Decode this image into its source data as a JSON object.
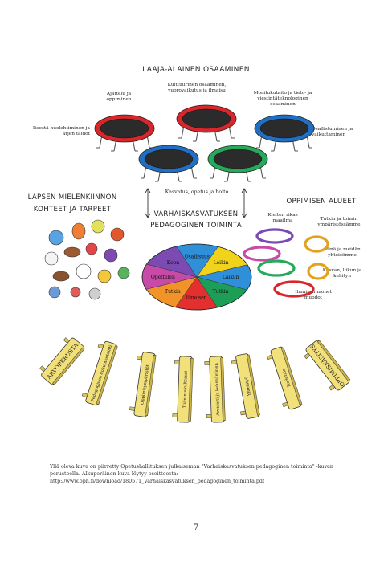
{
  "title": "LAAJA-ALAINEN OSAAMINEN",
  "trampolines": [
    {
      "label": "Ajattelu ja oppiminen",
      "color": "#d9262b"
    },
    {
      "label": "Kulttuurinen osaaminen, vuorovaikutus ja ilmaisu",
      "color": "#d9262b"
    },
    {
      "label": "Monilukutaito ja tieto- ja viestintäteknologinen osaaminen",
      "color": "#1f6fc4"
    },
    {
      "label": "Itsestä huolehtiminen ja arjen taidot",
      "color": "#1f6fc4"
    },
    {
      "label": "Osallistuminen ja vaikuttaminen",
      "color": "#26a95a"
    }
  ],
  "center": {
    "top_label": "Kasvatus, opetus ja hoito",
    "heading_line1": "VARHAISKASVATUKSEN",
    "heading_line2": "PEDAGOGINEN TOIMINTA"
  },
  "left": {
    "heading_line1": "LAPSEN MIELENKIINNON",
    "heading_line2": "KOHTEET JA TARPEET"
  },
  "right": {
    "heading": "OPPIMISEN ALUEET",
    "areas": [
      {
        "label": "Kielten rikas maailma",
        "color": "#7b4bb3"
      },
      {
        "label": "Tutkin ja toimin ympäristössämme",
        "color": "#e3a21a"
      },
      {
        "label": "Minä ja meidän yhteisömme",
        "color": "#e3a21a"
      },
      {
        "label": "Kasvan, liikun ja kehityn",
        "color": "#d9262b"
      },
      {
        "label": "Ilmaisun monet muodot",
        "color": "#26a95a"
      }
    ]
  },
  "wheel": {
    "segments": [
      {
        "label": "Osallisuus",
        "color": "#2f8fd8"
      },
      {
        "label": "Leikin",
        "color": "#f2d31b"
      },
      {
        "label": "Läikun",
        "color": "#2f8fd8"
      },
      {
        "label": "Tutkin",
        "color": "#1c9e56"
      },
      {
        "label": "Ilmaisen",
        "color": "#e3302f"
      },
      {
        "label": "Tutkin",
        "color": "#f2932a"
      },
      {
        "label": "Opettelen",
        "color": "#c64aa6"
      },
      {
        "label": "Koen",
        "color": "#7b4bb3"
      }
    ]
  },
  "benches": [
    {
      "label": "ARVOPERUSTA"
    },
    {
      "label": "Pedagoginen dokumentointi"
    },
    {
      "label": "Oppimisympäristöt"
    },
    {
      "label": "Toimintakulttuuri"
    },
    {
      "label": "Arviointi ja kehittäminen"
    },
    {
      "label": "Yhteistyö"
    },
    {
      "label": "Tiedetaia"
    },
    {
      "label": "OPPIMISKÄSITYS"
    }
  ],
  "caption": "Yllä oleva kuva on piirretty Opetushallituksen julkaiseman \"Varhaiskasvatuksen pedagoginen toiminta\" -kuvan perusteella. Alkuperäinen kuva löytyy osoitteesta: http://www.oph.fi/download/180571_Varhaiskasvatuksen_pedagoginen_toiminta.pdf",
  "page_number": "7"
}
